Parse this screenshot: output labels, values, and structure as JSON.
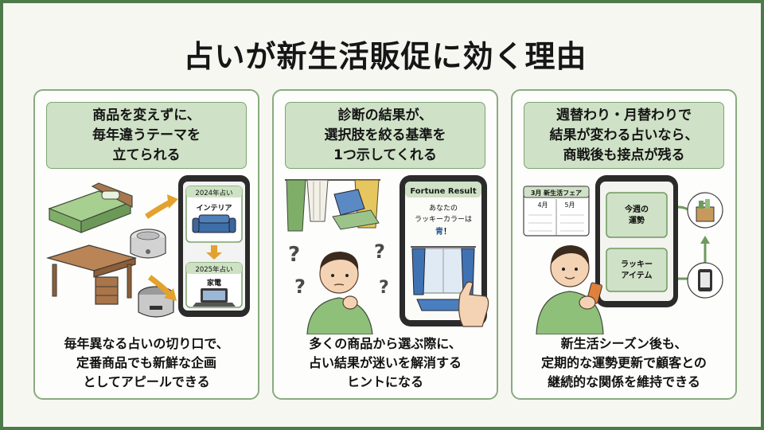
{
  "title": "占いが新生活販促に効く理由",
  "cards": [
    {
      "heading": [
        "商品を変えずに、",
        "毎年違うテーマを",
        "立てられる"
      ],
      "phone": {
        "panel_top": {
          "label": "2024年占い",
          "theme": "インテリア"
        },
        "panel_bottom": {
          "label": "2025年占い",
          "theme": "家電"
        }
      },
      "body": [
        "毎年異なる占いの切り口で、",
        "定番商品でも新鮮な企画",
        "としてアピールできる"
      ]
    },
    {
      "heading": [
        "診断の結果が、",
        "選択肢を絞る基準を",
        "1つ示してくれる"
      ],
      "phone": {
        "header": "Fortune Result",
        "line1": "あなたの",
        "line2": "ラッキーカラーは",
        "answer": "青",
        "suffix": "！"
      },
      "body": [
        "多くの商品から選ぶ際に、",
        "占い結果が迷いを解消する",
        "ヒントになる"
      ]
    },
    {
      "heading": [
        "週替わり・月替わりで",
        "結果が変わる占いなら、",
        "商戦後も接点が残る"
      ],
      "calendar": {
        "title": "3月 新生活フェア",
        "month_a": "4月",
        "month_b": "5月"
      },
      "phone": {
        "tile1": [
          "今週の",
          "運勢"
        ],
        "tile2": [
          "ラッキー",
          "アイテム"
        ]
      },
      "body": [
        "新生活シーズン後も、",
        "定期的な運勢更新で顧客との",
        "継続的な関係を維持できる"
      ]
    }
  ],
  "colors": {
    "frame": "#4e7a4a",
    "heading_fill": "#cfe1c6",
    "accent_green": "#6f9a5e",
    "accent_blue": "#2e5f9a"
  }
}
